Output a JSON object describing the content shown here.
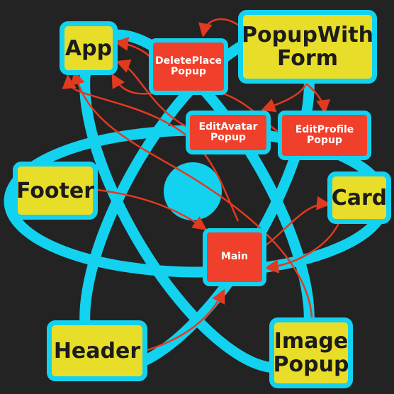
{
  "colors": {
    "background": "#232323",
    "atom": "#12d2f0",
    "component_yellow": "#e8de2a",
    "component_red": "#f0402b",
    "arrow": "#e23a1f"
  },
  "nodes": {
    "app": "App",
    "popup_with_form": "PopupWith\nForm",
    "delete_place_popup": "DeletePlace\nPopup",
    "edit_avatar_popup": "EditAvatar\nPopup",
    "edit_profile_popup": "EditProfile\nPopup",
    "footer": "Footer",
    "card": "Card",
    "main": "Main",
    "header": "Header",
    "image_popup": "Image\nPopup"
  }
}
